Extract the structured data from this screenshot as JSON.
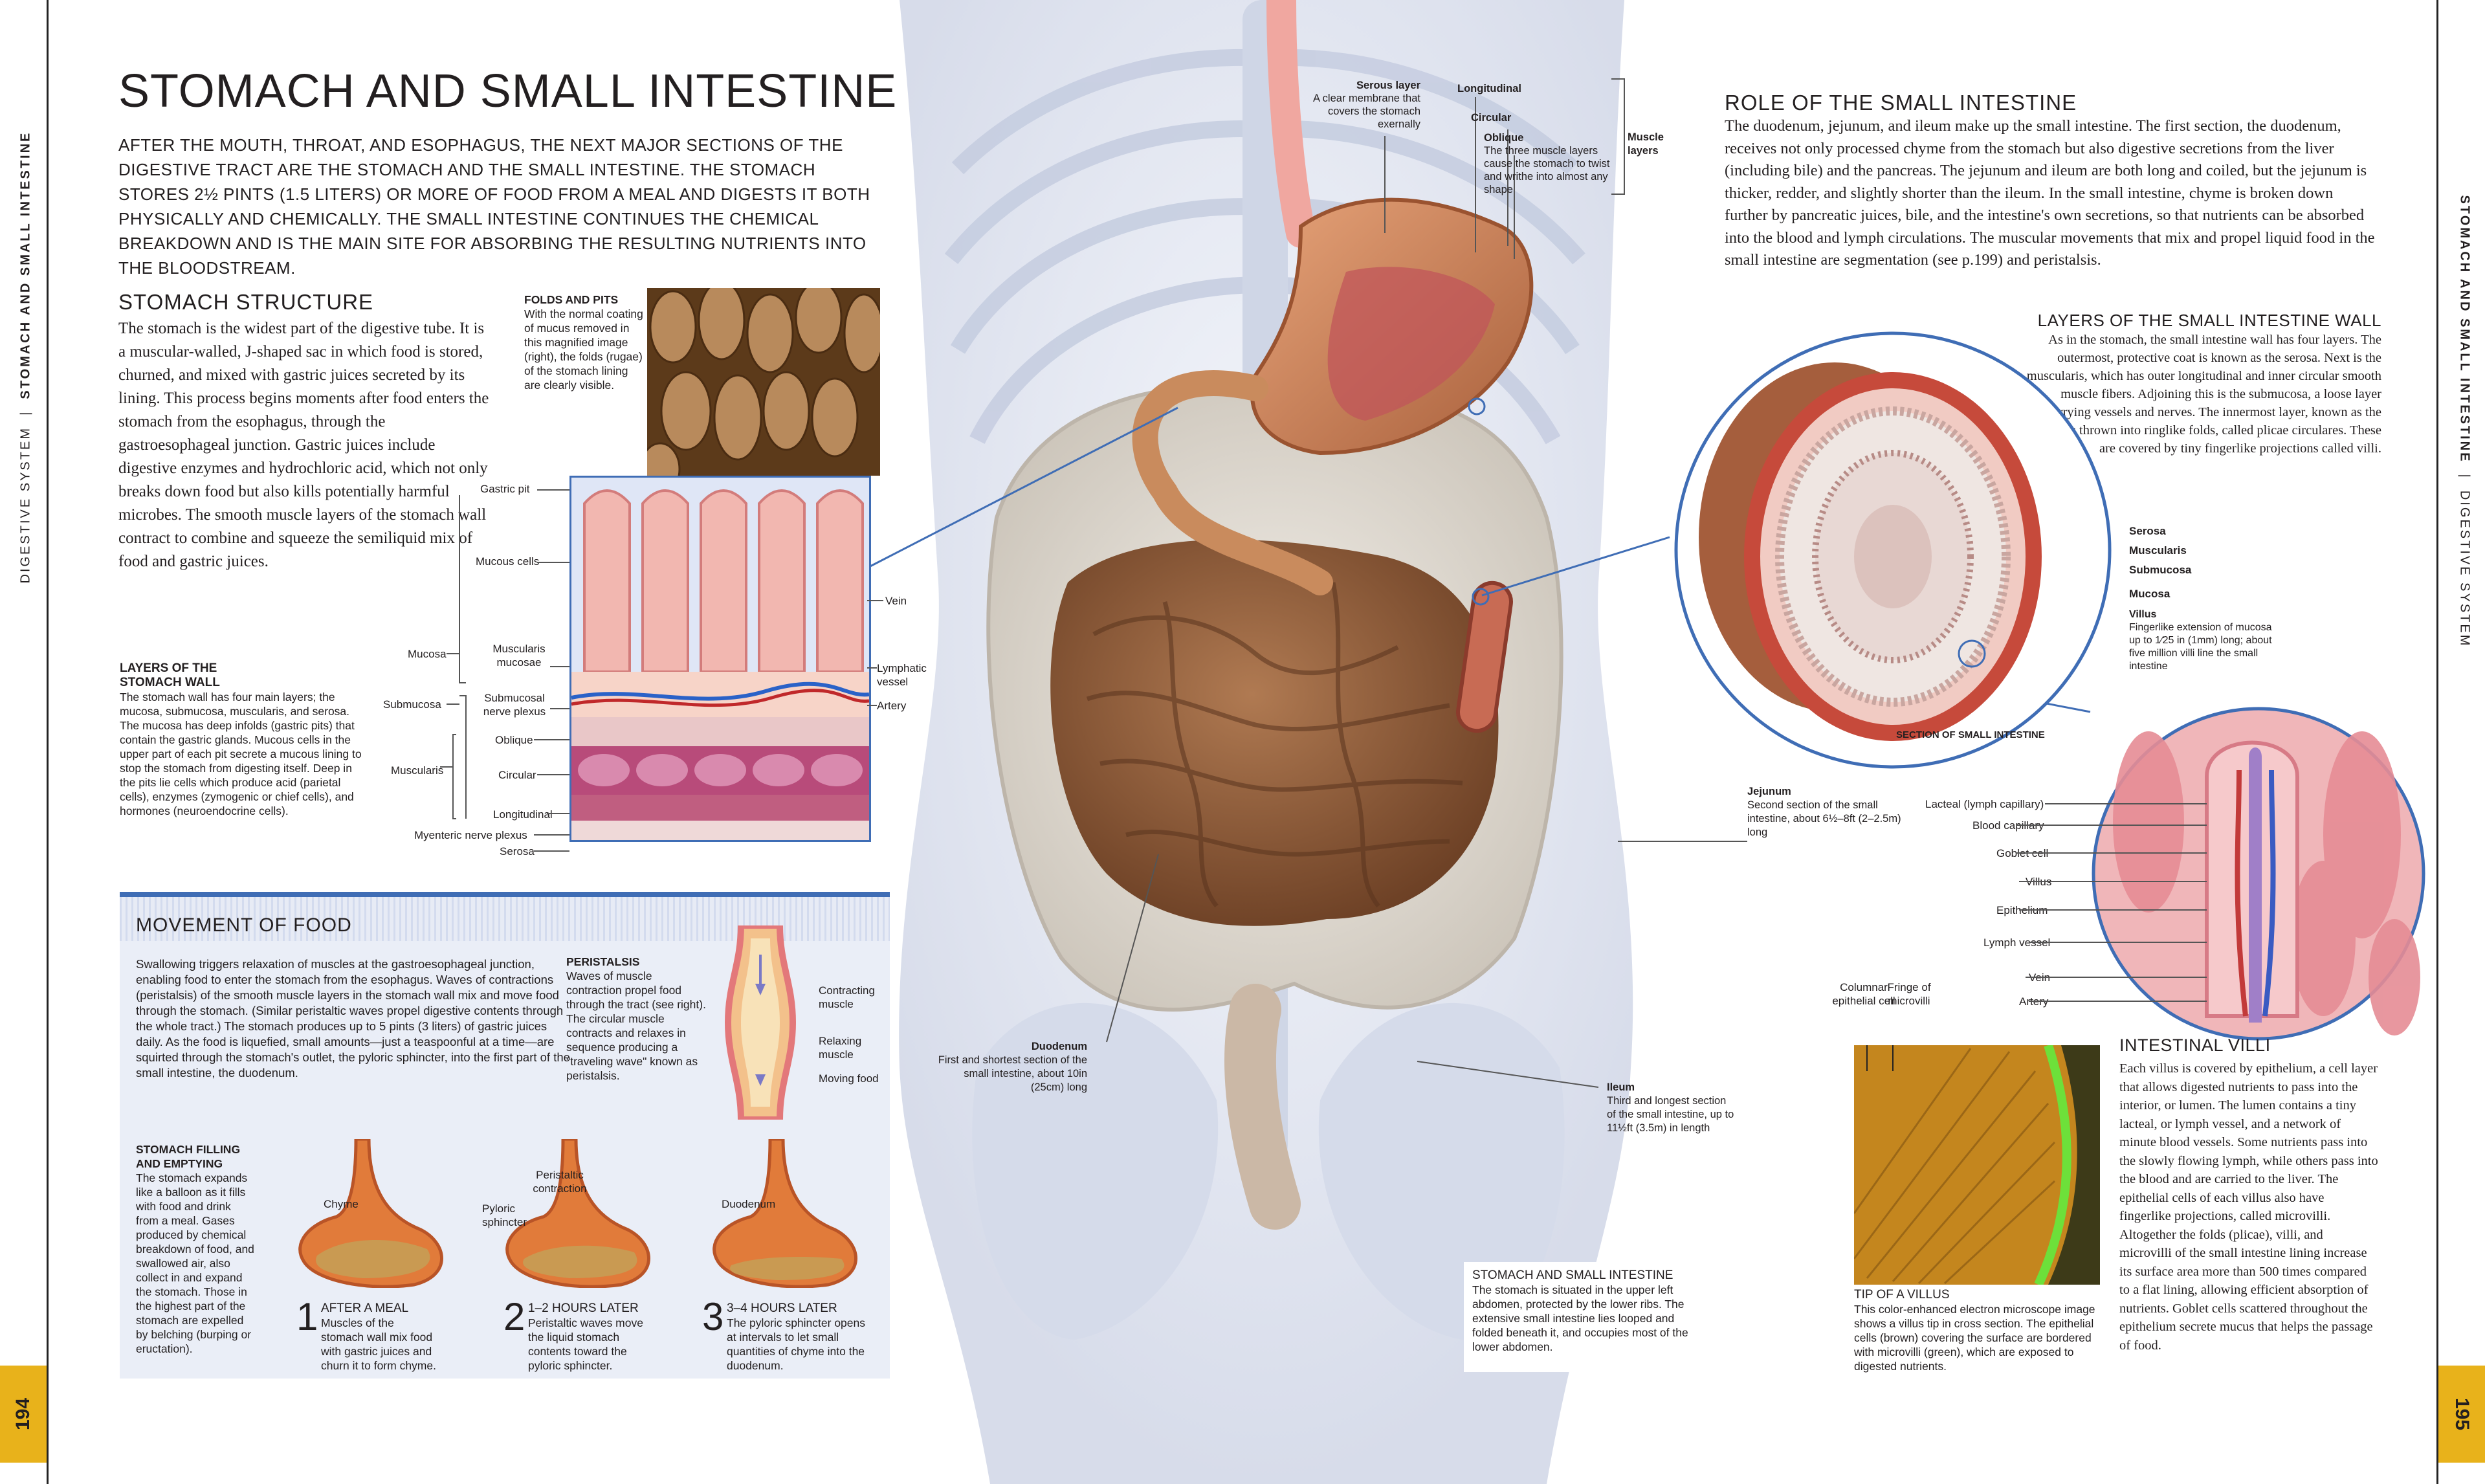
{
  "rails": {
    "left_text_light": "DIGESTIVE SYSTEM",
    "left_text_bold": "STOMACH AND SMALL INTESTINE",
    "right_text_bold": "STOMACH AND SMALL INTESTINE",
    "right_text_light": "DIGESTIVE SYSTEM",
    "left_page": "194",
    "right_page": "195"
  },
  "title": "STOMACH AND SMALL INTESTINE",
  "intro": "AFTER THE MOUTH, THROAT, AND ESOPHAGUS, THE NEXT MAJOR SECTIONS OF THE DIGESTIVE TRACT ARE THE STOMACH AND THE SMALL INTESTINE. THE STOMACH STORES 2½ PINTS (1.5 LITERS) OR MORE OF FOOD FROM A MEAL AND DIGESTS IT BOTH PHYSICALLY AND CHEMICALLY. THE SMALL INTESTINE CONTINUES THE CHEMICAL BREAKDOWN AND IS THE MAIN SITE FOR ABSORBING THE RESULTING NUTRIENTS INTO THE BLOODSTREAM.",
  "stomach_structure": {
    "heading": "STOMACH STRUCTURE",
    "text": "The stomach is the widest part of the digestive tube. It is a muscular-walled, J-shaped sac in which food is stored, churned, and mixed with gastric juices secreted by its lining. This process begins moments after food enters the stomach from the esophagus, through the gastroesophageal junction. Gastric juices include digestive enzymes and hydrochloric acid, which not only breaks down food but also kills potentially harmful microbes. The smooth muscle layers of the stomach wall contract to combine and squeeze the semiliquid mix of food and gastric juices."
  },
  "folds": {
    "heading": "FOLDS AND PITS",
    "text": "With the normal coating of mucus removed in this magnified image (right), the folds (rugae) of the stomach lining are clearly visible."
  },
  "layers_stomach": {
    "heading": "LAYERS OF THE STOMACH WALL",
    "text": "The stomach wall has four main layers; the mucosa, submucosa, muscularis, and serosa. The mucosa has deep infolds (gastric pits) that contain the gastric glands. Mucous cells in the upper part of each pit secrete a mucous lining to stop the stomach from digesting itself. Deep in the pits lie cells which produce acid (parietal cells), enzymes (zymogenic or chief cells), and hormones (neuroendocrine cells)."
  },
  "stomach_wall_labels": {
    "gastric_pit": "Gastric pit",
    "mucous_cells": "Mucous cells",
    "mucosa": "Mucosa",
    "muscularis_mucosae": "Muscularis mucosae",
    "submucosa": "Submucosa",
    "submucosal_plexus": "Submucosal nerve plexus",
    "oblique": "Oblique",
    "muscularis": "Muscularis",
    "circular": "Circular",
    "longitudinal": "Longitudinal",
    "myenteric": "Myenteric nerve plexus",
    "serosa": "Serosa",
    "vein": "Vein",
    "lymphatic": "Lymphatic vessel",
    "artery": "Artery"
  },
  "movement": {
    "heading": "MOVEMENT OF FOOD",
    "text": "Swallowing triggers relaxation of muscles at the gastroesophageal junction, enabling food to enter the stomach from the esophagus. Waves of contractions (peristalsis) of the smooth muscle layers in the stomach wall mix and move food through the stomach. (Similar peristaltic waves propel digestive contents through the whole tract.) The stomach produces up to 5 pints (3 liters) of gastric juices daily. As the food is liquefied, small amounts—just a teaspoonful at a time—are squirted through the stomach's outlet, the pyloric sphincter, into the first part of the small intestine, the duodenum.",
    "peristalsis_heading": "PERISTALSIS",
    "peristalsis_text": "Waves of muscle contraction propel food through the tract (see right). The circular muscle contracts and relaxes in sequence producing a \"traveling wave\" known as peristalsis.",
    "contracting": "Contracting muscle",
    "relaxing": "Relaxing muscle",
    "moving": "Moving food",
    "filling_heading": "STOMACH FILLING AND EMPTYING",
    "filling_text": "The stomach expands like a balloon as it fills with food and drink from a meal. Gases produced by chemical breakdown of food, and swallowed air, also collect in and expand the stomach. Those in the highest part of the stomach are expelled by belching (burping or eructation).",
    "chyme": "Chyme",
    "peristaltic_contraction": "Peristaltic contraction",
    "pyloric_sphincter": "Pyloric sphincter",
    "duodenum": "Duodenum",
    "steps": [
      {
        "num": "1",
        "title": "AFTER A MEAL",
        "text": "Muscles of the stomach wall mix food with gastric juices and churn it to form chyme."
      },
      {
        "num": "2",
        "title": "1–2 HOURS LATER",
        "text": "Peristaltic waves move the liquid stomach contents toward the pyloric sphincter."
      },
      {
        "num": "3",
        "title": "3–4 HOURS LATER",
        "text": "The pyloric sphincter opens at intervals to let small quantities of chyme into the duodenum."
      }
    ]
  },
  "central_labels": {
    "serous_heading": "Serous layer",
    "serous_text": "A clear membrane that covers the stomach exernally",
    "longitudinal": "Longitudinal",
    "circular": "Circular",
    "oblique_heading": "Oblique",
    "oblique_text": "The three muscle layers cause the stomach to twist and writhe into almost any shape",
    "muscle_layers": "Muscle layers",
    "jejunum_heading": "Jejunum",
    "jejunum_text": "Second section of the small intestine, about 6½–8ft (2–2.5m) long",
    "duodenum_heading": "Duodenum",
    "duodenum_text": "First and shortest section of the small intestine, about 10in (25cm) long",
    "ileum_heading": "Ileum",
    "ileum_text": "Third and longest section of the small intestine, up to 11½ft (3.5m) in length"
  },
  "caption_ssi": {
    "heading": "STOMACH AND SMALL INTESTINE",
    "text": "The stomach is situated in the upper left abdomen, protected by the lower ribs. The extensive small intestine lies looped and folded beneath it, and occupies most of the lower abdomen."
  },
  "role": {
    "heading": "ROLE OF THE SMALL INTESTINE",
    "text": "The duodenum, jejunum, and ileum make up the small intestine. The first section, the duodenum, receives not only processed chyme from the stomach but also digestive secretions from the liver (including bile) and the pancreas. The jejunum and ileum are both long and coiled, but the jejunum is thicker, redder, and slightly shorter than the ileum. In the small intestine, chyme is broken down further by pancreatic juices, bile, and the intestine's own secretions, so that nutrients can be absorbed into the blood and lymph circulations. The muscular movements that mix and propel liquid food in the small intestine are segmentation (see p.199) and peristalsis."
  },
  "layers_si": {
    "heading": "LAYERS OF THE SMALL INTESTINE WALL",
    "text": "As in the stomach, the small intestine wall has four layers. The outermost, protective coat is known as the serosa. Next is the muscularis, which has outer longitudinal and inner circular smooth muscle fibers. Adjoining this is the submucosa, a loose layer carrying vessels and nerves. The innermost layer, known as the mucosa, is thrown into ringlike folds, called plicae circulares. These are covered by tiny fingerlike projections called villi.",
    "serosa": "Serosa",
    "muscularis": "Muscularis",
    "submucosa": "Submucosa",
    "mucosa": "Mucosa",
    "villus_heading": "Villus",
    "villus_text": "Fingerlike extension of mucosa up to 1⁄25 in (1mm) long; about five million villi line the small intestine",
    "section_caption": "SECTION OF SMALL INTESTINE"
  },
  "villus_labels": {
    "lacteal": "Lacteal (lymph capillary)",
    "blood_capillary": "Blood capillary",
    "goblet": "Goblet cell",
    "villus": "Villus",
    "epithelium": "Epithelium",
    "lymph_vessel": "Lymph vessel",
    "vein": "Vein",
    "artery": "Artery",
    "columnar": "Columnar epithelial cell",
    "fringe": "Fringe of microvilli"
  },
  "tip": {
    "heading": "TIP OF A VILLUS",
    "text": "This color-enhanced electron microscope image shows a villus tip in cross section. The epithelial cells (brown) covering the surface are bordered with microvilli (green), which are exposed to digested nutrients."
  },
  "villi": {
    "heading": "INTESTINAL VILLI",
    "text": "Each villus is covered by epithelium, a cell layer that allows digested nutrients to pass into the interior, or lumen. The lumen contains a tiny lacteal, or lymph vessel, and a network of minute blood vessels. Some nutrients pass into the slowly flowing lymph, while others pass into the blood and are carried to the liver. The epithelial cells of each villus also have fingerlike projections, called microvilli. Altogether the folds (plicae), villi, and microvilli of the small intestine lining increase its surface area more than 500 times compared to a flat lining, allowing efficient absorption of nutrients. Goblet cells scattered throughout the epithelium secrete mucus that helps the passage of food."
  },
  "colors": {
    "accent_blue": "#3f6db5",
    "page_tab": "#e8b21b",
    "stomach": "#c9794a",
    "intestine": "#8a5533"
  }
}
